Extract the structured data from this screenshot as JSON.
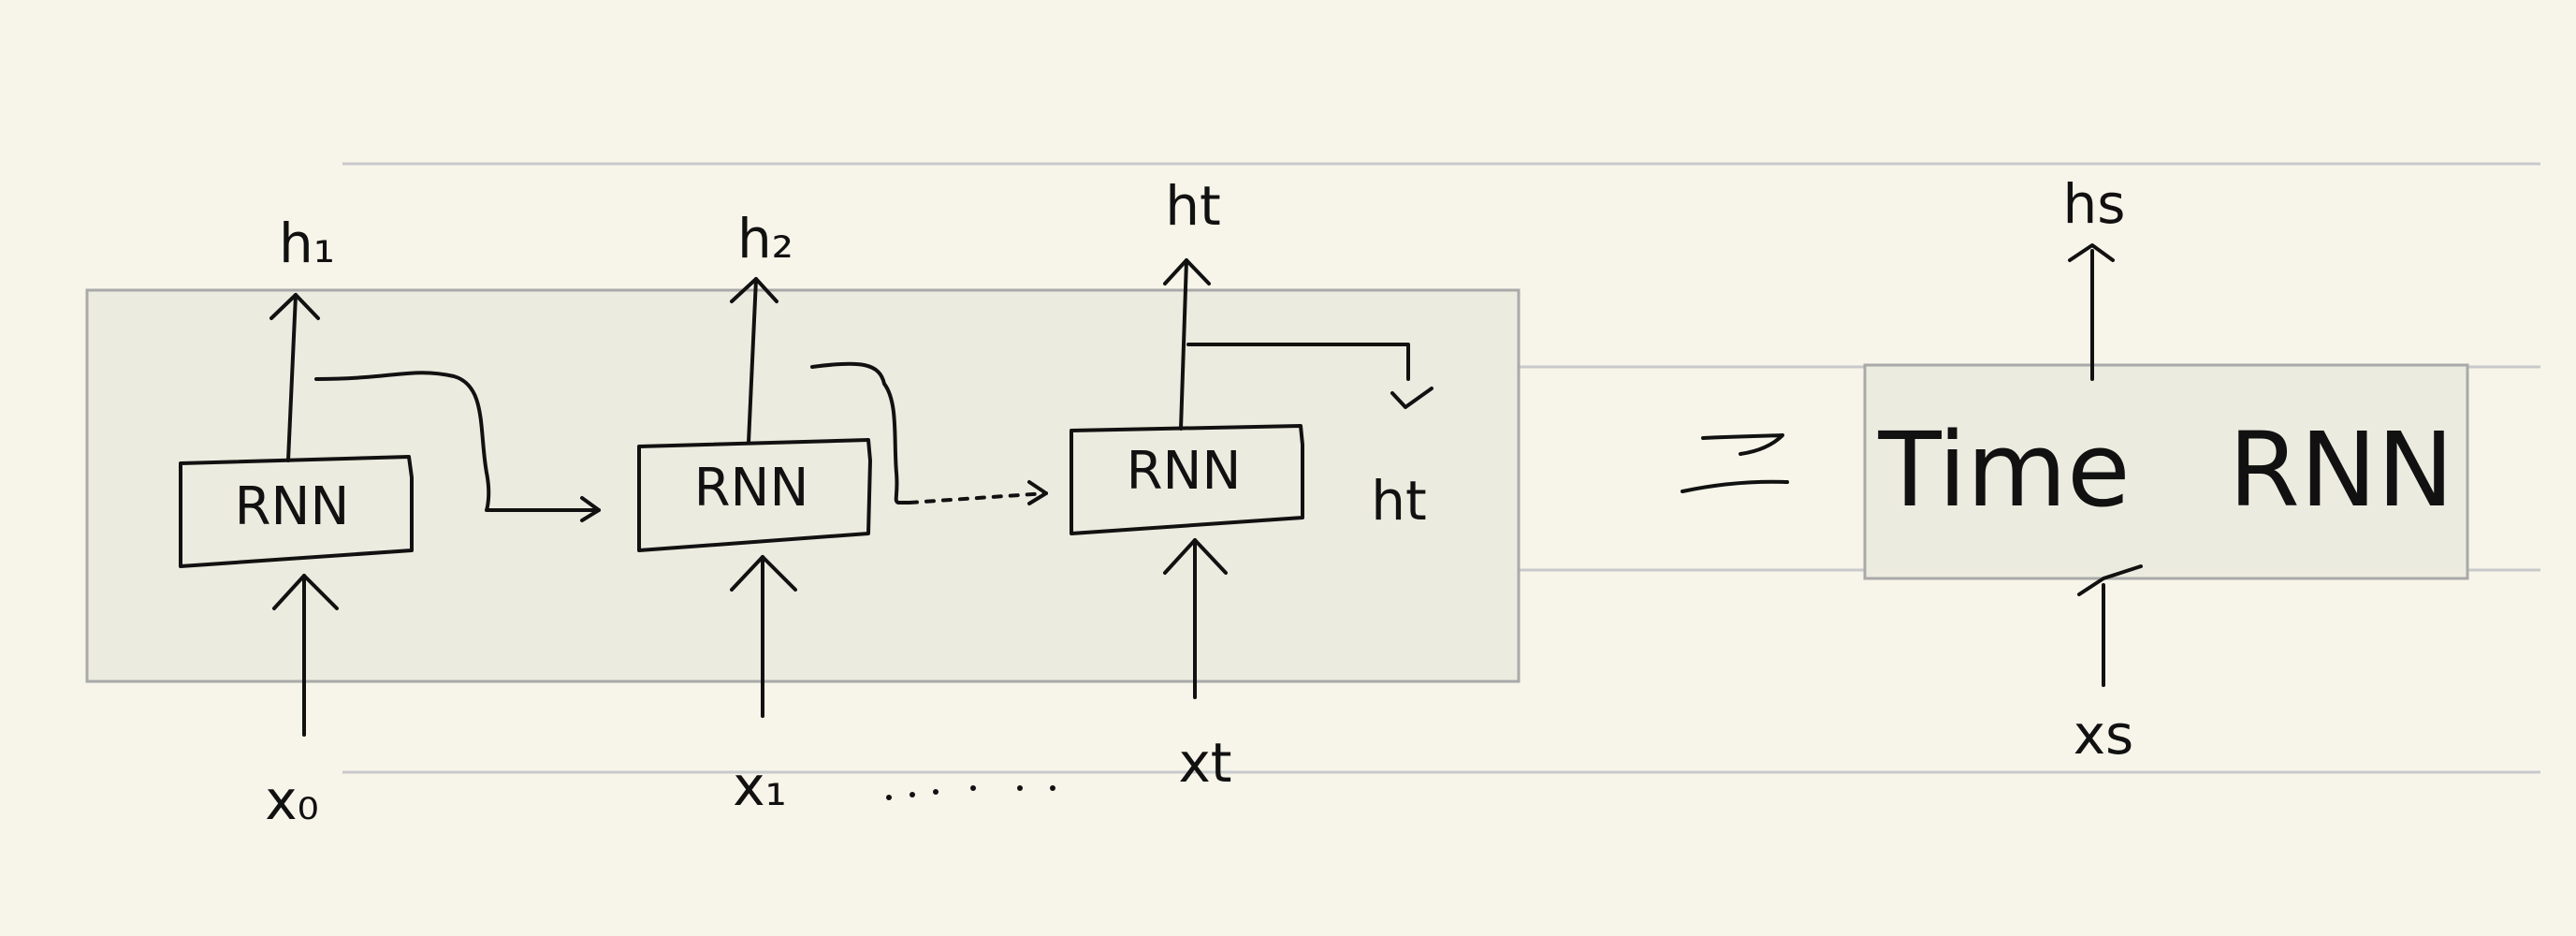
{
  "diagram": {
    "cells": [
      {
        "box_label": "RNN",
        "output_label": "h₁",
        "input_label": "x₀"
      },
      {
        "box_label": "RNN",
        "output_label": "h₂",
        "input_label": "x₁"
      },
      {
        "box_label": "RNN",
        "output_label": "ht",
        "input_label": "xt"
      }
    ],
    "hidden_label": "ht",
    "equals": "=",
    "time_rnn": {
      "label": "Time   RNN",
      "output_label": "hs",
      "input_label": "xs"
    },
    "colors": {
      "paper": "#f7f5e9",
      "ink": "#111111",
      "rule_line": "#c9c9cc",
      "group_fill": "#ecebdf",
      "group_border": "#a9a9a9"
    }
  }
}
